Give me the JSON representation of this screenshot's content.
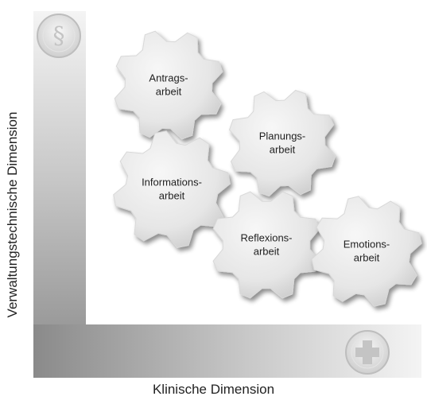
{
  "axes": {
    "x_label": "Klinische Dimension",
    "y_label": "Verwaltungstechnische Dimension"
  },
  "icons": {
    "y_axis_icon": "section-sign-icon",
    "y_axis_symbol": "§",
    "x_axis_icon": "medical-cross-icon"
  },
  "gears": [
    {
      "id": "antragsarbeit",
      "lines": [
        "Antrags-",
        "arbeit"
      ]
    },
    {
      "id": "planungsarbeit",
      "lines": [
        "Planungs-",
        "arbeit"
      ]
    },
    {
      "id": "informationsarbeit",
      "lines": [
        "Informations-",
        "arbeit"
      ]
    },
    {
      "id": "reflexionsarbeit",
      "lines": [
        "Reflexions-",
        "arbeit"
      ]
    },
    {
      "id": "emotionsarbeit",
      "lines": [
        "Emotions-",
        "arbeit"
      ]
    }
  ],
  "colors": {
    "gear_light": "#f7f7f7",
    "gear_dark": "#c9c9c9",
    "axis_band_dark": "#8a8a8a",
    "axis_band_light": "#f4f4f4",
    "text": "#1f1f1f"
  }
}
